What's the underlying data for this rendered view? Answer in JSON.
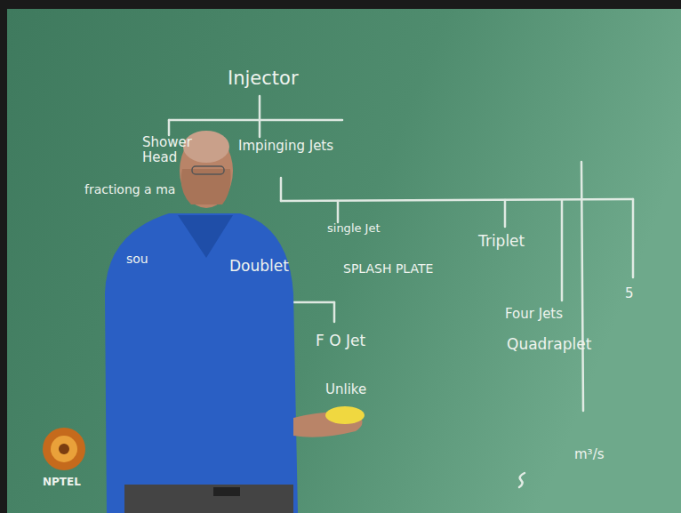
{
  "diagram": {
    "labels": [
      "Injector",
      "Shower Head",
      "Impinging Jets",
      "fractiong a ma",
      "sou",
      "Doublet",
      "single Jet",
      "SPLASH PLATE",
      "Triplet",
      "Four Jets",
      "Quadraplet",
      "5",
      "F O Jet",
      "Unlike",
      "m³/s",
      "NPTEL"
    ]
  }
}
